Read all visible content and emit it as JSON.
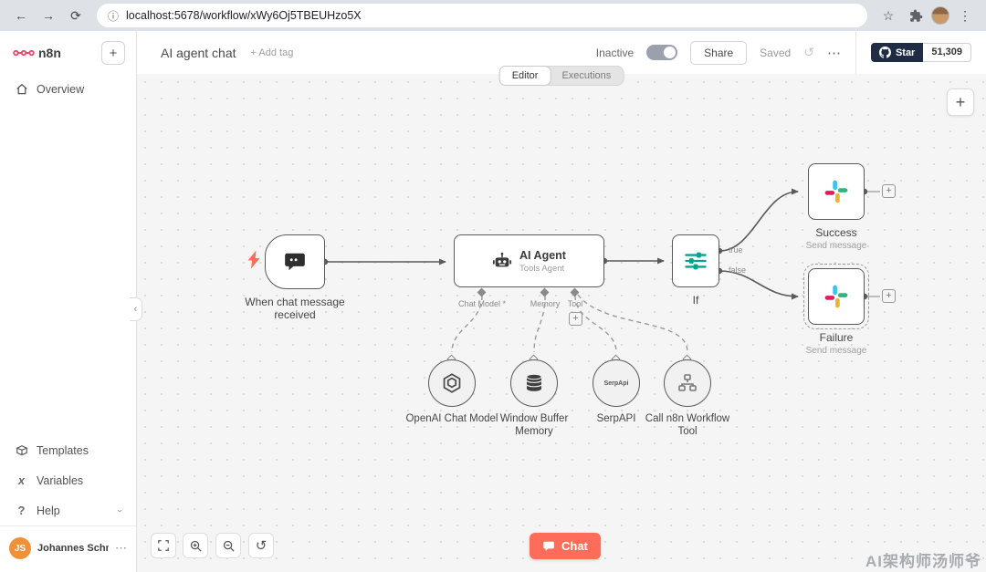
{
  "colors": {
    "accent": "#ff6d5a",
    "logo": "#ea4b71",
    "if_icon": "#00a38c",
    "node_border": "#5a5a5a",
    "star_button_bg": "#202c44",
    "slack": [
      "#36c5f0",
      "#2eb67d",
      "#ecb22e",
      "#e01e5a"
    ]
  },
  "icons": {
    "back": "←",
    "forward": "→",
    "reload": "⟳",
    "info": "ⓘ",
    "star_outline": "☆",
    "kebab": "⋮",
    "more": "⋯",
    "undo": "↺",
    "plus": "+",
    "chevron": "›",
    "collapse": "‹",
    "variables": "x",
    "help": "?"
  },
  "browser": {
    "url": "localhost:5678/workflow/xWy6Oj5TBEUHzo5X"
  },
  "sidebar": {
    "logo_text": "n8n",
    "overview": "Overview",
    "templates": "Templates",
    "variables": "Variables",
    "help": "Help",
    "user": {
      "initials": "JS",
      "name": "Johannes Schn..."
    }
  },
  "header": {
    "title": "AI agent chat",
    "add_tag": "+ Add tag",
    "tab_editor": "Editor",
    "tab_executions": "Executions",
    "inactive_label": "Inactive",
    "share_label": "Share",
    "saved_label": "Saved",
    "star_label": "Star",
    "star_count": "51,309"
  },
  "workflow": {
    "trigger": {
      "label": "When chat message received"
    },
    "agent": {
      "title": "AI Agent",
      "subtitle": "Tools Agent",
      "inputs": {
        "chat_model": "Chat Model *",
        "memory": "Memory",
        "tool": "Tool"
      }
    },
    "if_node": {
      "label": "If",
      "true_label": "true",
      "false_label": "false"
    },
    "success": {
      "label": "Success",
      "subtitle": "Send message"
    },
    "failure": {
      "label": "Failure",
      "subtitle": "Send message"
    },
    "subnodes": [
      {
        "label": "OpenAI Chat Model"
      },
      {
        "label": "Window Buffer Memory"
      },
      {
        "label": "SerpAPI",
        "icon_text": "SerpApi"
      },
      {
        "label": "Call n8n Workflow Tool"
      }
    ],
    "chat_button": "Chat"
  },
  "watermark": "AI架构师汤师爷"
}
